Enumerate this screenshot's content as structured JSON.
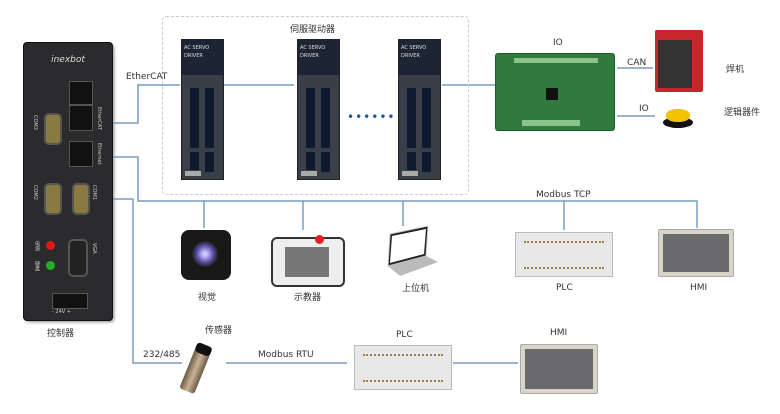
{
  "controller": {
    "brand": "inexbot",
    "label": "控制器",
    "ports": [
      "COM3",
      "EtherCAT",
      "Ethernet",
      "COM2",
      "COM1",
      "VGA"
    ],
    "leds": [
      "电源",
      "硬盘"
    ],
    "power": "- 24V +"
  },
  "servo_group": {
    "title": "伺服驱动器",
    "drivers": [
      "AC SERVO DRIVER",
      "AC SERVO DRIVER",
      "AC SERVO DRIVER"
    ],
    "ellipsis": "••••••"
  },
  "links": {
    "ethercat": "EtherCAT",
    "can": "CAN",
    "io": "IO",
    "modbus_tcp": "Modbus TCP",
    "serial": "232/485",
    "modbus_rtu": "Modbus RTU"
  },
  "devices": {
    "io_board": "IO",
    "welder": "焊机",
    "logic": "逻辑器件",
    "vision": "视觉",
    "pendant": "示教器",
    "pc": "上位机",
    "plc_top": "PLC",
    "hmi_top": "HMI",
    "sensor": "传感器",
    "plc_bottom": "PLC",
    "hmi_bottom": "HMI"
  },
  "colors": {
    "line": "#5b87b5",
    "controller": "#2b2b2d",
    "welder": "#c8262b"
  }
}
